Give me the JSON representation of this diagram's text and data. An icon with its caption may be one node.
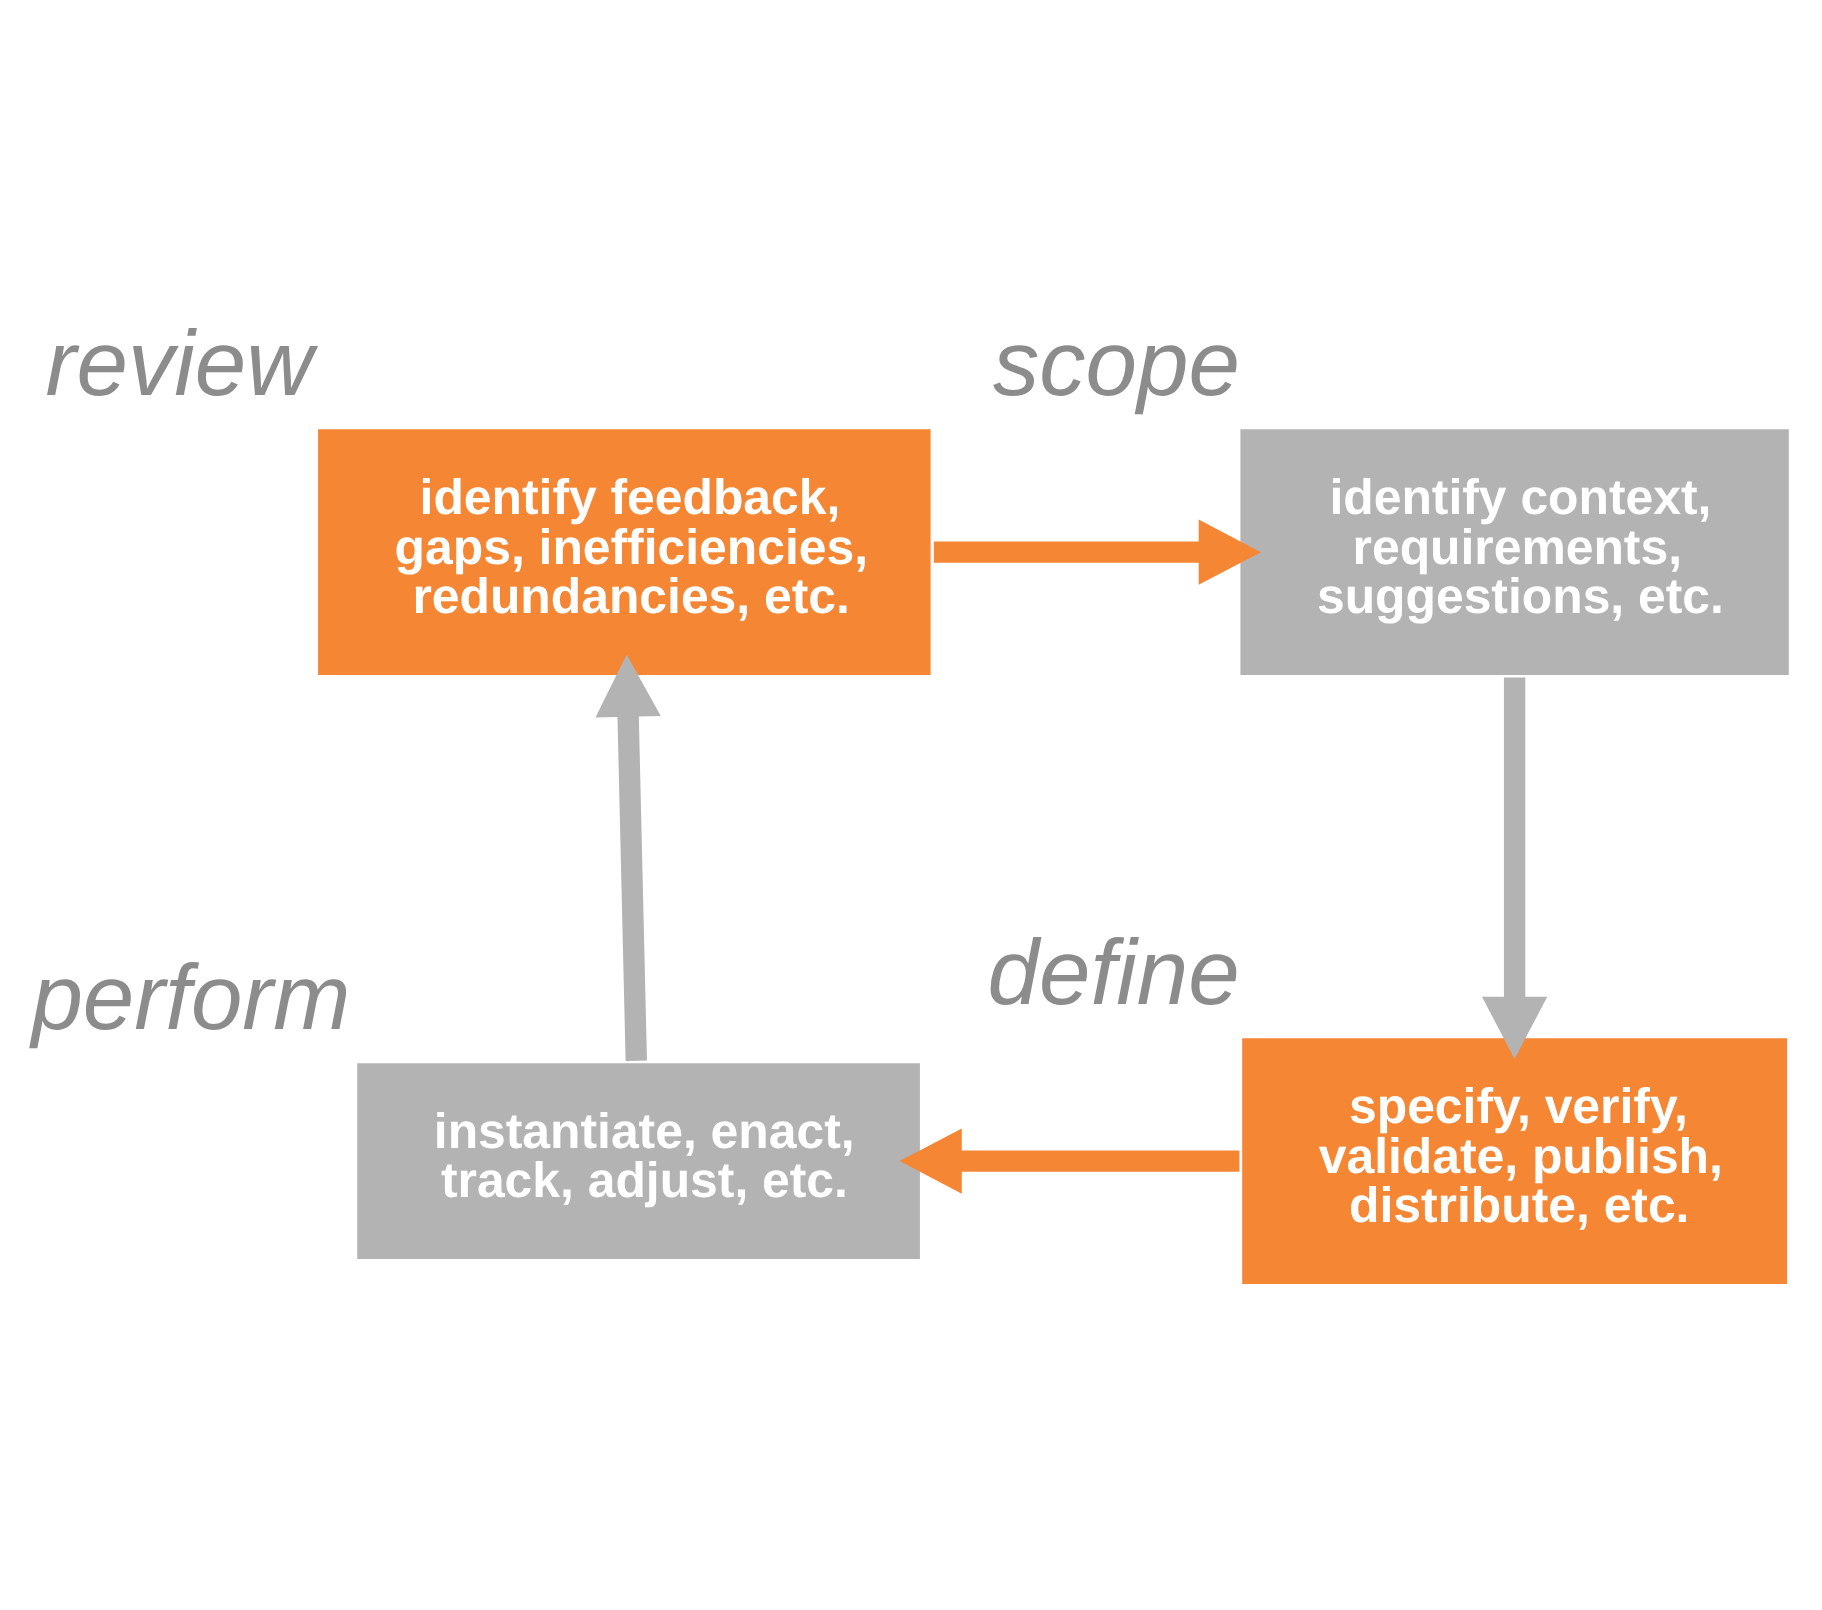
{
  "diagram": {
    "nodes": [
      {
        "text": [
          "identify feedback, gaps, inefficiencies, redundancies, etc."
        ],
        "beside": [
          "review"
        ]
      },
      {
        "text": [
          "identify context, requirements, suggestions, etc."
        ],
        "beside": [
          "scope"
        ]
      },
      {
        "text": [
          "instantiate, enact, track, adjust, etc."
        ],
        "beside": [
          "perform"
        ]
      },
      {
        "text": [
          "specify, verify, validate, publish, distribute, etc."
        ],
        "beside": [
          "define"
        ]
      }
    ],
    "edges": [
      {
        "from": 0,
        "to": 1,
        "arrow": "to",
        "color": "#f58634"
      },
      {
        "from": 1,
        "to": 3,
        "arrow": "to",
        "color": "#b3b3b3"
      },
      {
        "from": 3,
        "to": 2,
        "arrow": "to",
        "color": "#f58634"
      },
      {
        "from": 2,
        "to": 0,
        "arrow": "to",
        "color": "#b3b3b3"
      }
    ]
  }
}
